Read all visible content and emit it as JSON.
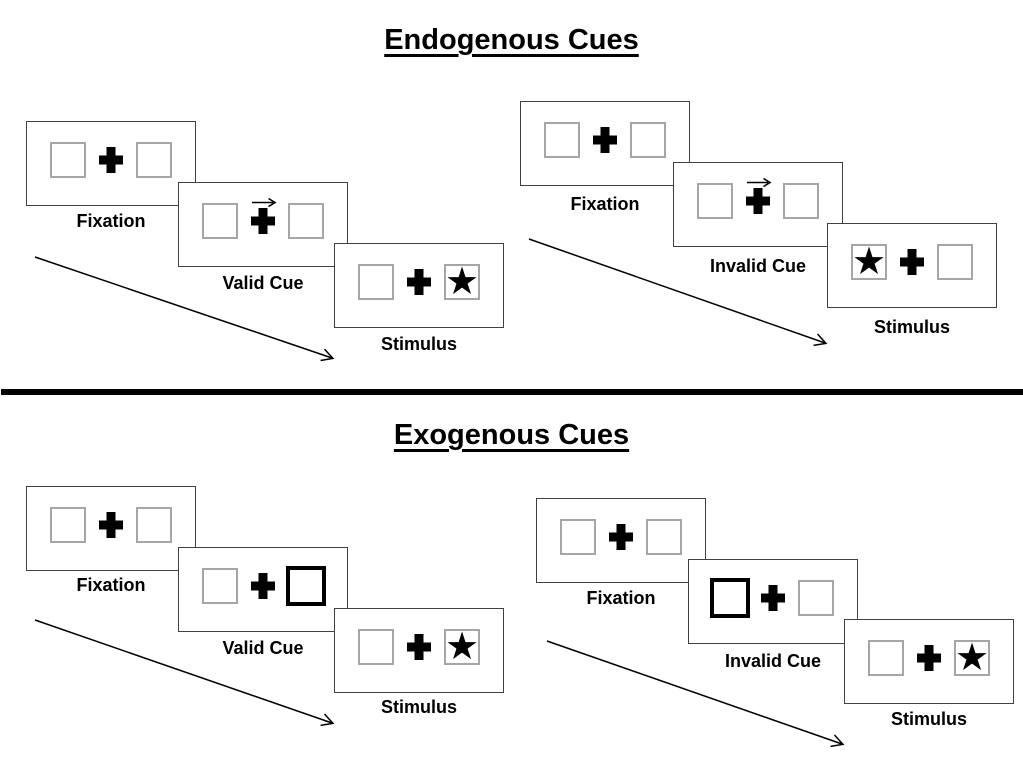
{
  "sections": [
    {
      "title": "Endogenous Cues",
      "groups": [
        {
          "name": "endogenous-valid",
          "cue_type": "central arrow pointing right",
          "steps": [
            {
              "label": "Fixation",
              "display": "two empty boxes with central fixation cross"
            },
            {
              "label": "Valid Cue",
              "display": "right-pointing arrow above fixation cross"
            },
            {
              "label": "Stimulus",
              "display": "star in right box",
              "star_position": "right"
            }
          ]
        },
        {
          "name": "endogenous-invalid",
          "cue_type": "central arrow pointing right",
          "steps": [
            {
              "label": "Fixation",
              "display": "two empty boxes with central fixation cross"
            },
            {
              "label": "Invalid Cue",
              "display": "right-pointing arrow above fixation cross"
            },
            {
              "label": "Stimulus",
              "display": "star in left box",
              "star_position": "left"
            }
          ]
        }
      ]
    },
    {
      "title": "Exogenous Cues",
      "groups": [
        {
          "name": "exogenous-valid",
          "cue_type": "peripheral box brightening",
          "steps": [
            {
              "label": "Fixation",
              "display": "two empty boxes with central fixation cross"
            },
            {
              "label": "Valid Cue",
              "display": "right box highlighted with thick black border",
              "highlighted_box": "right"
            },
            {
              "label": "Stimulus",
              "display": "star in right box",
              "star_position": "right"
            }
          ]
        },
        {
          "name": "exogenous-invalid",
          "cue_type": "peripheral box brightening",
          "steps": [
            {
              "label": "Fixation",
              "display": "two empty boxes with central fixation cross"
            },
            {
              "label": "Invalid Cue",
              "display": "left box highlighted with thick black border",
              "highlighted_box": "left"
            },
            {
              "label": "Stimulus",
              "display": "star in right box",
              "star_position": "right"
            }
          ]
        }
      ]
    }
  ],
  "glyphs": {
    "star": "★"
  },
  "colors": {
    "ink": "#000000",
    "panel_border": "#404040",
    "box_border": "#a6a6a6",
    "background": "#ffffff"
  }
}
